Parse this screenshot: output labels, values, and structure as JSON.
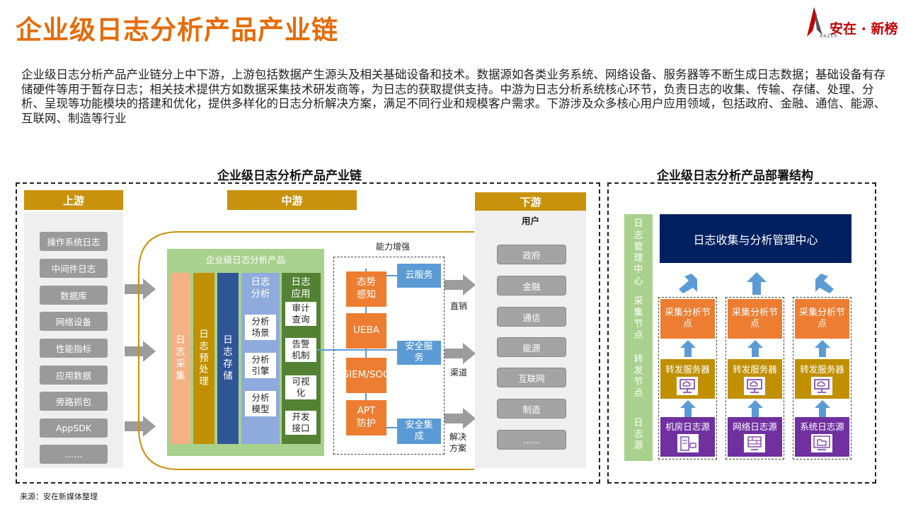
{
  "header": {
    "title": "企业级日志分析产品产业链",
    "logo_text": "安在 · 新榜",
    "logo_sub": "ANZER"
  },
  "intro": "企业级日志分析产品产业链分上中下游，上游包括数据产生源头及相关基础设备和技术。数据源如各类业务系统、网络设备、服务器等不断生成日志数据；基础设备有存储硬件等用于暂存日志；相关技术提供方如数据采集技术研发商等，为日志的获取提供支持。中游为日志分析系统核心环节，负责日志的收集、传输、存储、处理、分析、呈现等功能模块的搭建和优化，提供多样化的日志分析解决方案，满足不同行业和规模客户需求。下游涉及众多核心用户应用领域，包括政府、金融、通信、能源、互联网、制造等行业",
  "chain": {
    "title": "企业级日志分析产品产业链",
    "upstream": {
      "header": "上游",
      "items": [
        "操作系统日志",
        "中间件日志",
        "数据库",
        "网络设备",
        "性能指标",
        "应用数据",
        "旁路抓包",
        "AppSDK",
        "……"
      ]
    },
    "midstream": {
      "header": "中游",
      "product_title": "企业级日志分析产品",
      "col_collect": "日志采集",
      "col_preprocess": "日志预处理",
      "col_storage": "日志存储",
      "col_analysis": "日志分析",
      "analysis_items": [
        "分析场景",
        "分析引擎",
        "分析模型"
      ],
      "col_app": "日志应用",
      "app_items": [
        "审计查询",
        "告警机制",
        "可视化",
        "开发接口"
      ],
      "ability_title": "能力增强",
      "ability_items": [
        "态势感知",
        "UEBA",
        "SIEM/SOC",
        "APT防护"
      ],
      "service_items": [
        "云服务",
        "安全服务",
        "安全集成"
      ],
      "channels": [
        "直销",
        "渠道",
        "解决方案"
      ]
    },
    "downstream": {
      "header": "下游",
      "subheader": "用户",
      "items": [
        "政府",
        "金融",
        "通信",
        "能源",
        "互联网",
        "制造",
        "……"
      ]
    }
  },
  "deploy": {
    "title": "企业级日志分析产品部署结构",
    "side_labels": [
      "日志管理中心",
      "采集节点",
      "转发节点",
      "日志源"
    ],
    "center": "日志收集与分析管理中心",
    "collect_nodes": [
      "采集分析节点",
      "采集分析节点",
      "采集分析节点"
    ],
    "forward_nodes": [
      "转发服务器",
      "转发服务器",
      "转发服务器"
    ],
    "sources": [
      "机房日志源",
      "网络日志源",
      "系统日志源"
    ]
  },
  "footer": {
    "source": "来源：安在新媒体整理"
  },
  "colors": {
    "title_orange": "#e46c0a",
    "header_gold": "#c8920c",
    "navy": "#002060",
    "purple": "#7030a0",
    "green": "#548235"
  }
}
